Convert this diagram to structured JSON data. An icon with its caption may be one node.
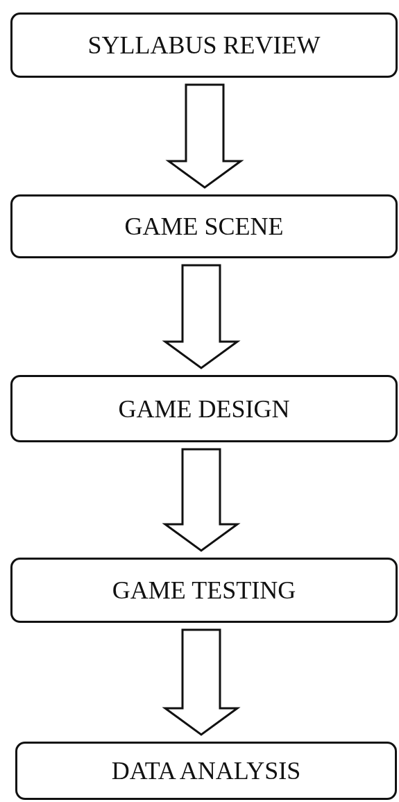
{
  "diagram": {
    "nodes": [
      {
        "text": [
          "SYLLABUS REVIEW"
        ]
      },
      {
        "text": [
          "GAME SCENE"
        ]
      },
      {
        "text": [
          "GAME DESIGN"
        ]
      },
      {
        "text": [
          "GAME TESTING"
        ]
      },
      {
        "text": [
          "DATA ANALYSIS"
        ]
      }
    ],
    "edges": [
      {
        "from": 0,
        "to": 1,
        "arrow": "to"
      },
      {
        "from": 1,
        "to": 2,
        "arrow": "to"
      },
      {
        "from": 2,
        "to": 3,
        "arrow": "to"
      },
      {
        "from": 3,
        "to": 4,
        "arrow": "to"
      }
    ]
  }
}
